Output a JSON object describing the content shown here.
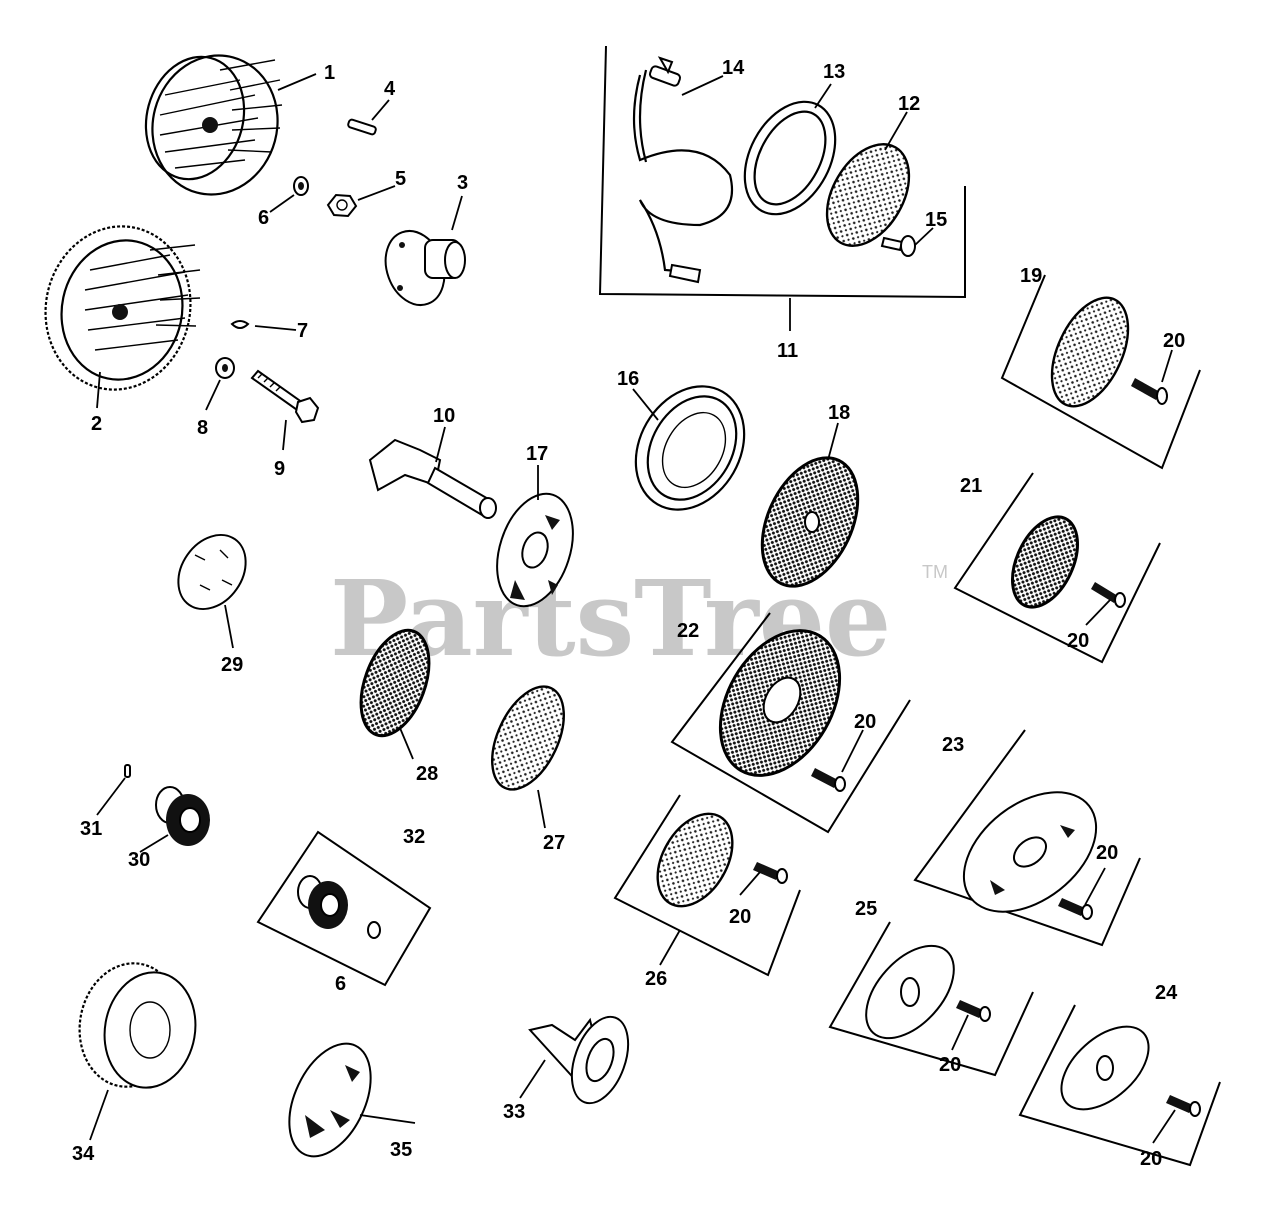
{
  "watermark": {
    "brand": "PartsTree",
    "trademark": "TM"
  },
  "labels": {
    "p1": "1",
    "p2": "2",
    "p3": "3",
    "p4": "4",
    "p5": "5",
    "p6": "6",
    "p6b": "6",
    "p7": "7",
    "p8": "8",
    "p9": "9",
    "p10": "10",
    "p11": "11",
    "p12": "12",
    "p13": "13",
    "p14": "14",
    "p15": "15",
    "p16": "16",
    "p17": "17",
    "p18": "18",
    "p19": "19",
    "p20a": "20",
    "p20b": "20",
    "p20c": "20",
    "p20d": "20",
    "p20e": "20",
    "p20f": "20",
    "p20g": "20",
    "p21": "21",
    "p22": "22",
    "p23": "23",
    "p24": "24",
    "p25": "25",
    "p26": "26",
    "p27": "27",
    "p28": "28",
    "p29": "29",
    "p30": "30",
    "p31": "31",
    "p32": "32",
    "p33": "33",
    "p34": "34",
    "p35": "35"
  }
}
